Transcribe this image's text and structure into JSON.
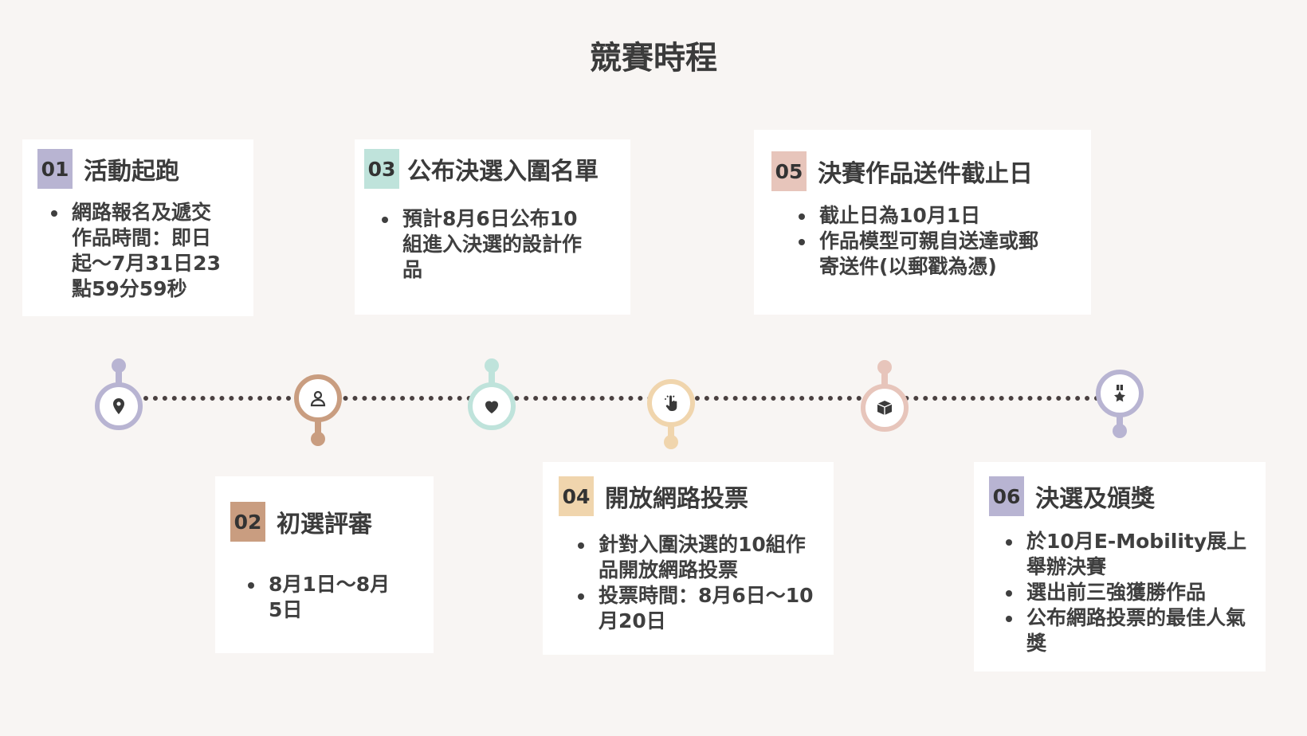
{
  "title": "競賽時程",
  "colors": {
    "background": "#f8f5f3",
    "purple": "#b8b4d2",
    "brown": "#c99d80",
    "mint": "#bfe3db",
    "sand": "#f0d5ad",
    "pink": "#e7c5bb"
  },
  "steps": [
    {
      "num": "01",
      "title": "活動起跑",
      "items": [
        "網路報名及遞交作品時間：即日起～7月31日23點59分59秒"
      ],
      "icon": "location-pin-icon"
    },
    {
      "num": "02",
      "title": "初選評審",
      "items": [
        "8月1日～8月5日"
      ],
      "icon": "user-icon"
    },
    {
      "num": "03",
      "title": "公布決選入圍名單",
      "items": [
        "預計8月6日公布10組進入決選的設計作品"
      ],
      "icon": "heart-icon"
    },
    {
      "num": "04",
      "title": "開放網路投票",
      "items": [
        "針對入圍決選的10組作品開放網路投票",
        "投票時間：8月6日～10月20日"
      ],
      "icon": "pointer-click-icon"
    },
    {
      "num": "05",
      "title": "決賽作品送件截止日",
      "items": [
        "截止日為10月1日",
        "作品模型可親自送達或郵寄送件(以郵戳為憑)"
      ],
      "icon": "box-icon"
    },
    {
      "num": "06",
      "title": "決選及頒獎",
      "items": [
        "於10月E-Mobility展上舉辦決賽",
        "選出前三強獲勝作品",
        "公布網路投票的最佳人氣獎"
      ],
      "icon": "medal-icon"
    }
  ]
}
